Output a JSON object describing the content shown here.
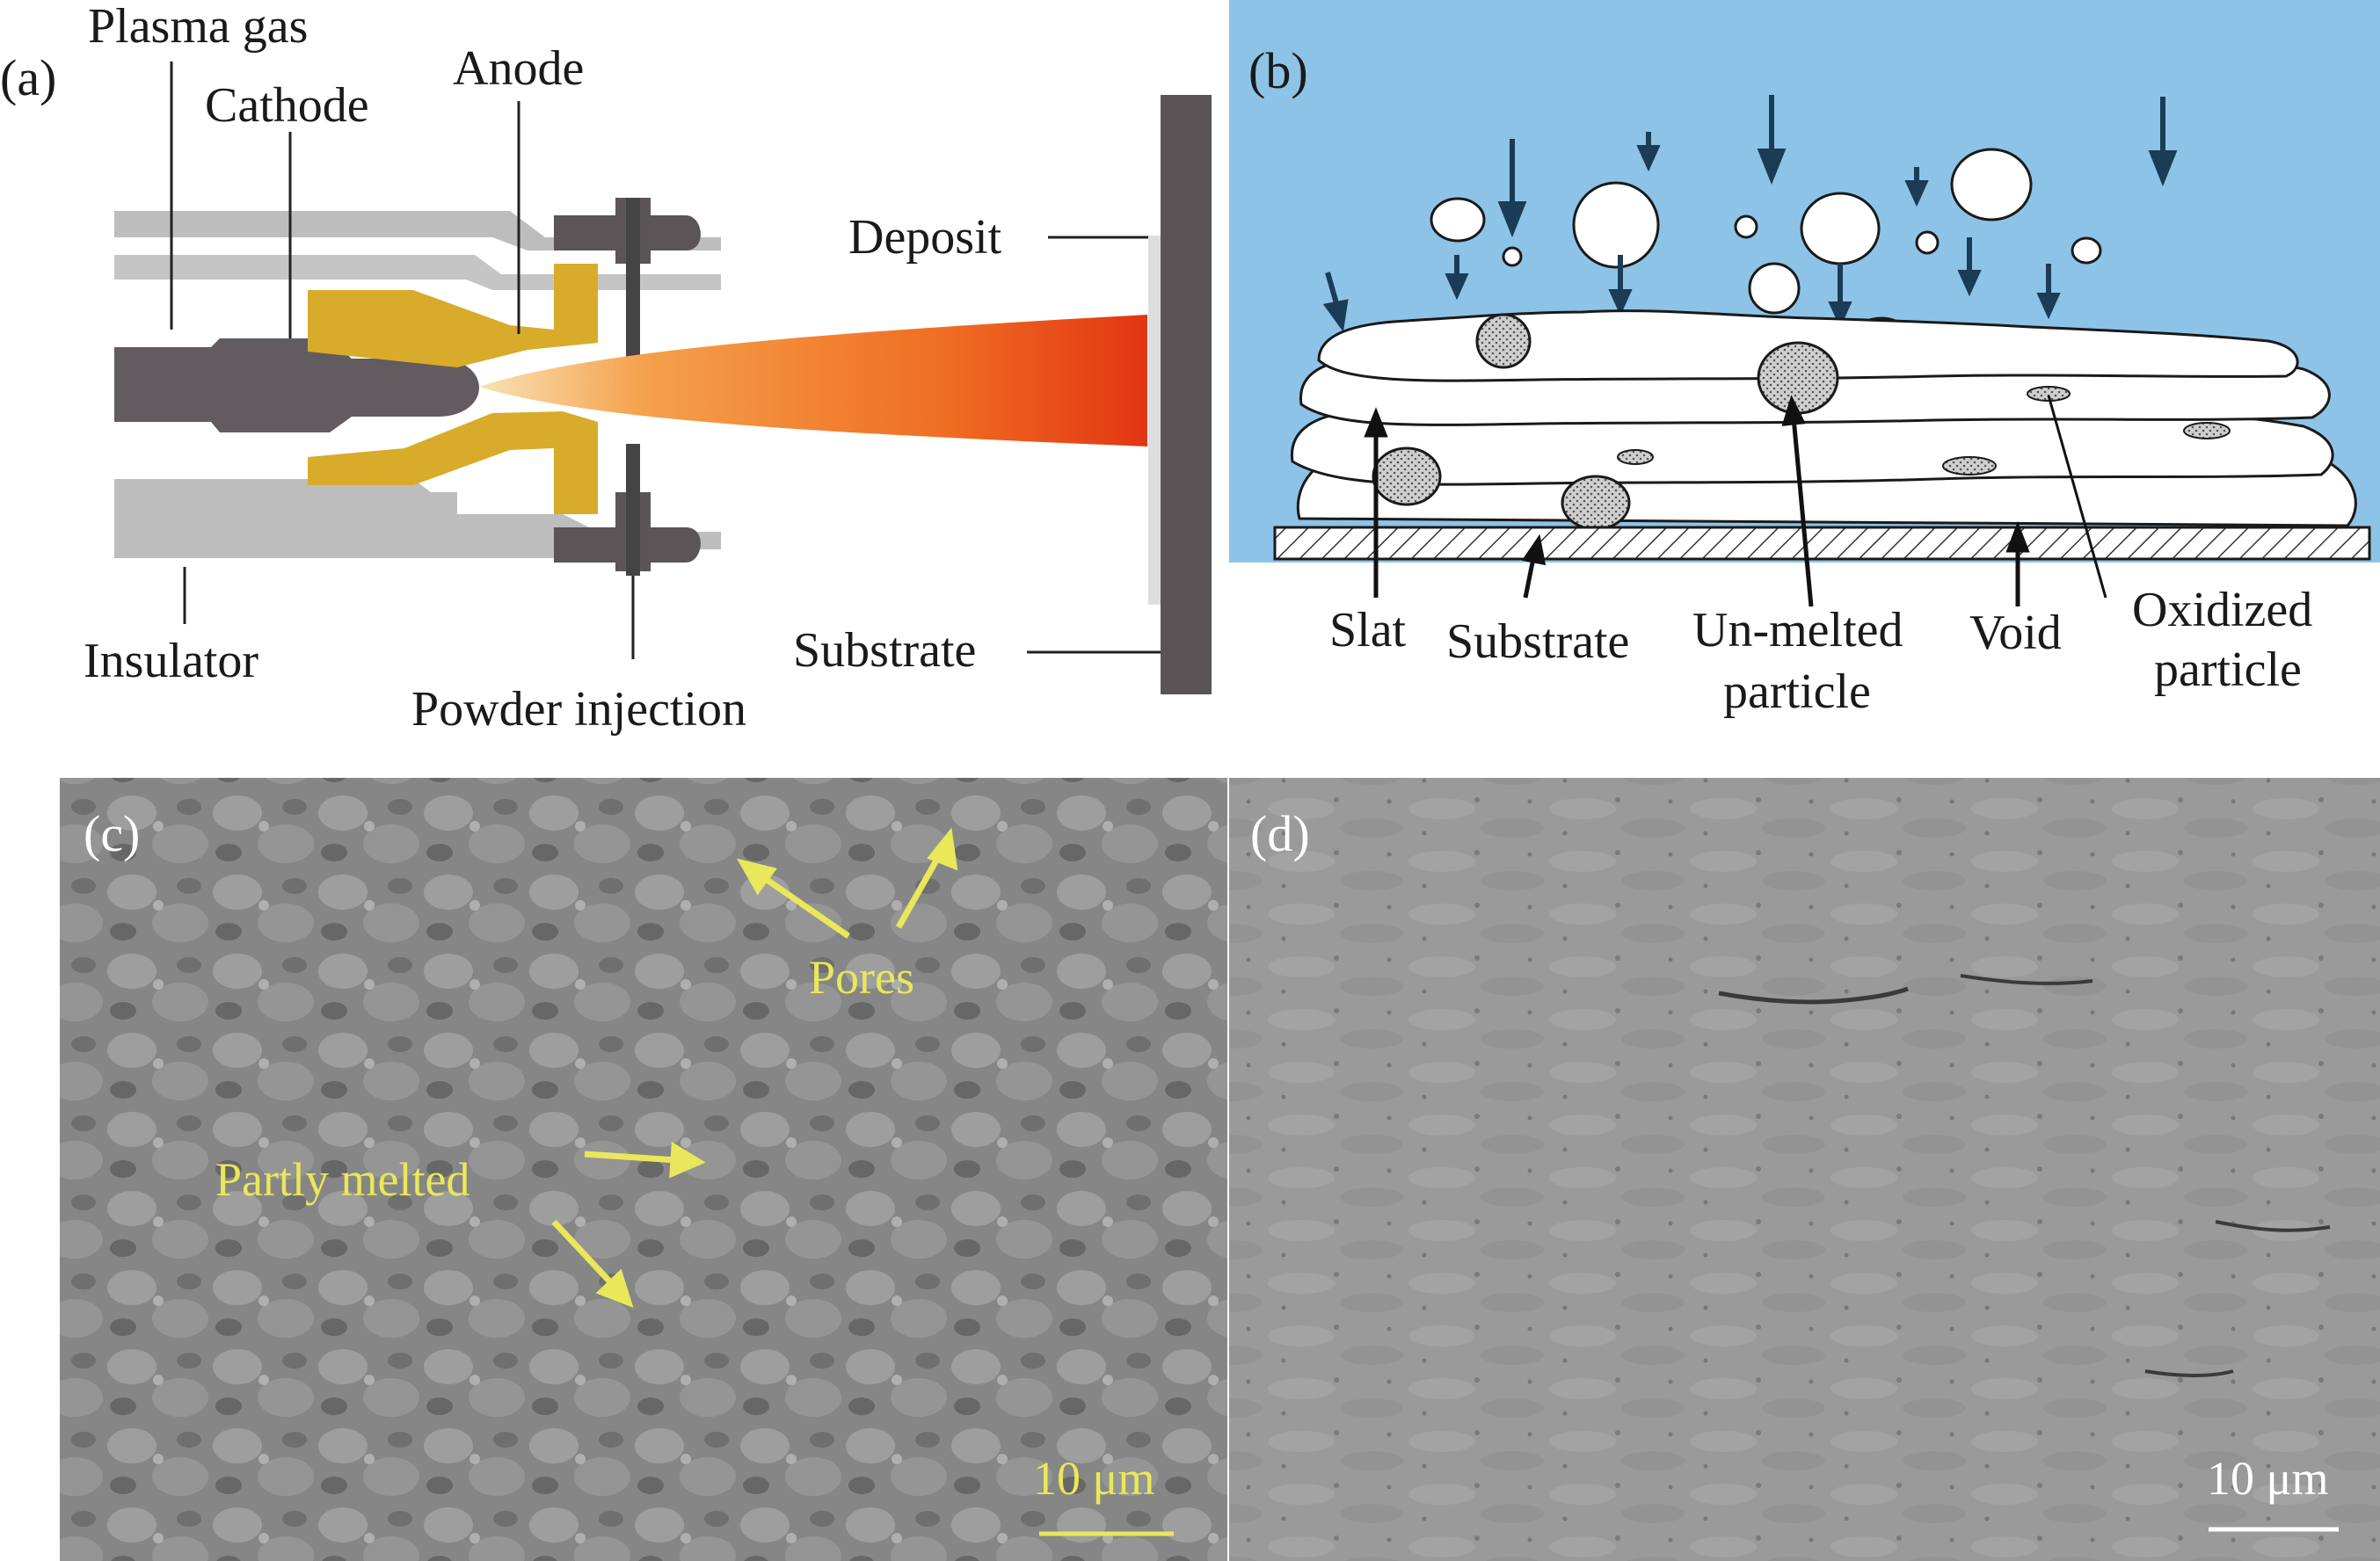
{
  "panel_a": {
    "tag": "(a)",
    "labels": {
      "plasma_gas": "Plasma gas",
      "cathode": "Cathode",
      "anode": "Anode",
      "deposit": "Deposit",
      "insulator": "Insulator",
      "substrate": "Substrate",
      "powder_injection": "Powder injection"
    },
    "colors": {
      "insulator": "#bdbdbd",
      "cathode": "#625c60",
      "anode": "#d8ab2a",
      "flame_start": "#f7d7a0",
      "flame_end": "#e23a12",
      "substrate": "#595556"
    }
  },
  "panel_b": {
    "tag": "(b)",
    "labels": {
      "slat": "Slat",
      "substrate": "Substrate",
      "unmelted_1": "Un-melted",
      "unmelted_2": "particle",
      "void": "Void",
      "oxidized_1": "Oxidized",
      "oxidized_2": "particle"
    },
    "colors": {
      "background": "#8dc3e6",
      "arrow": "#1a3c56"
    }
  },
  "panel_c": {
    "tag": "(c)",
    "labels": {
      "pores": "Pores",
      "partly_melted": "Partly melted"
    },
    "scale_bar": "10 μm",
    "colors": {
      "annotation": "#e8e85a"
    }
  },
  "panel_d": {
    "tag": "(d)",
    "scale_bar": "10 μm"
  }
}
